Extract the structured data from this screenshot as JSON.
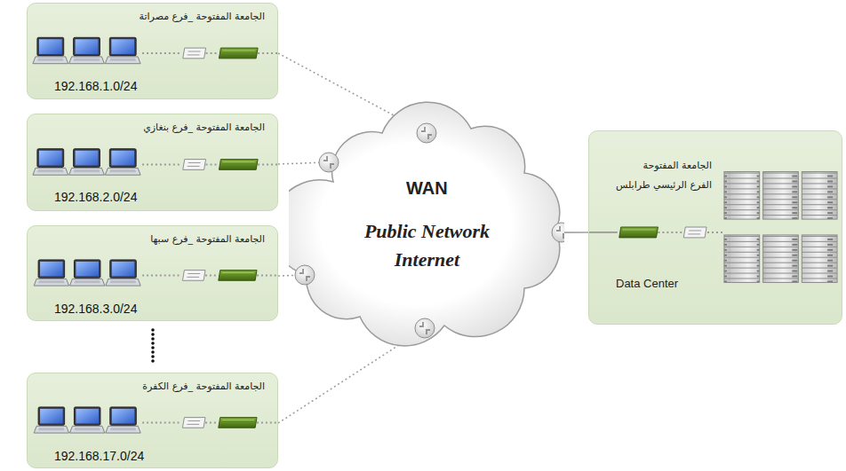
{
  "diagram": {
    "nodes": [
      {
        "text": [
          "الجامعة المفتوحة _فرع مصراتة",
          "192.168.1.0/24"
        ]
      },
      {
        "text": [
          "الجامعة المفتوحة _فرع بنغازي",
          "192.168.2.0/24"
        ]
      },
      {
        "text": [
          "الجامعة المفتوحة _فرع سبها",
          "192.168.3.0/24"
        ]
      },
      {
        "text": [
          "الجامعة المفتوحة _فرع الكفرة",
          "192.168.17.0/24"
        ]
      },
      {
        "text": [
          "WAN",
          "Public Network Internet"
        ]
      },
      {
        "text": [
          "الجامعة المفتوحة",
          "الفرع الرئيسي طرابلس",
          "Data Center"
        ]
      }
    ],
    "edges": [
      {
        "from": 0,
        "to": 4,
        "arrow": "none"
      },
      {
        "from": 1,
        "to": 4,
        "arrow": "none"
      },
      {
        "from": 2,
        "to": 4,
        "arrow": "none"
      },
      {
        "from": 3,
        "to": 4,
        "arrow": "none"
      },
      {
        "from": 4,
        "to": 5,
        "arrow": "none"
      }
    ]
  }
}
